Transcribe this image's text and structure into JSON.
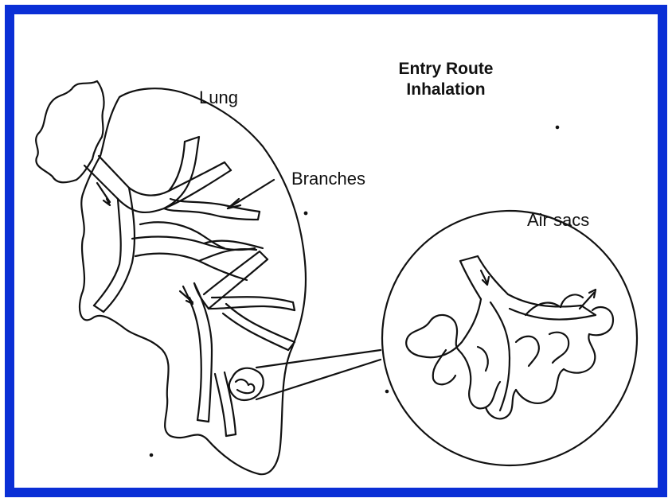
{
  "frame_color": "#0a2fd6",
  "title": {
    "line1": "Entry Route",
    "line2": "Inhalation"
  },
  "labels": {
    "lung": "Lung",
    "branches": "Branches",
    "air_sacs": "Air sacs"
  }
}
